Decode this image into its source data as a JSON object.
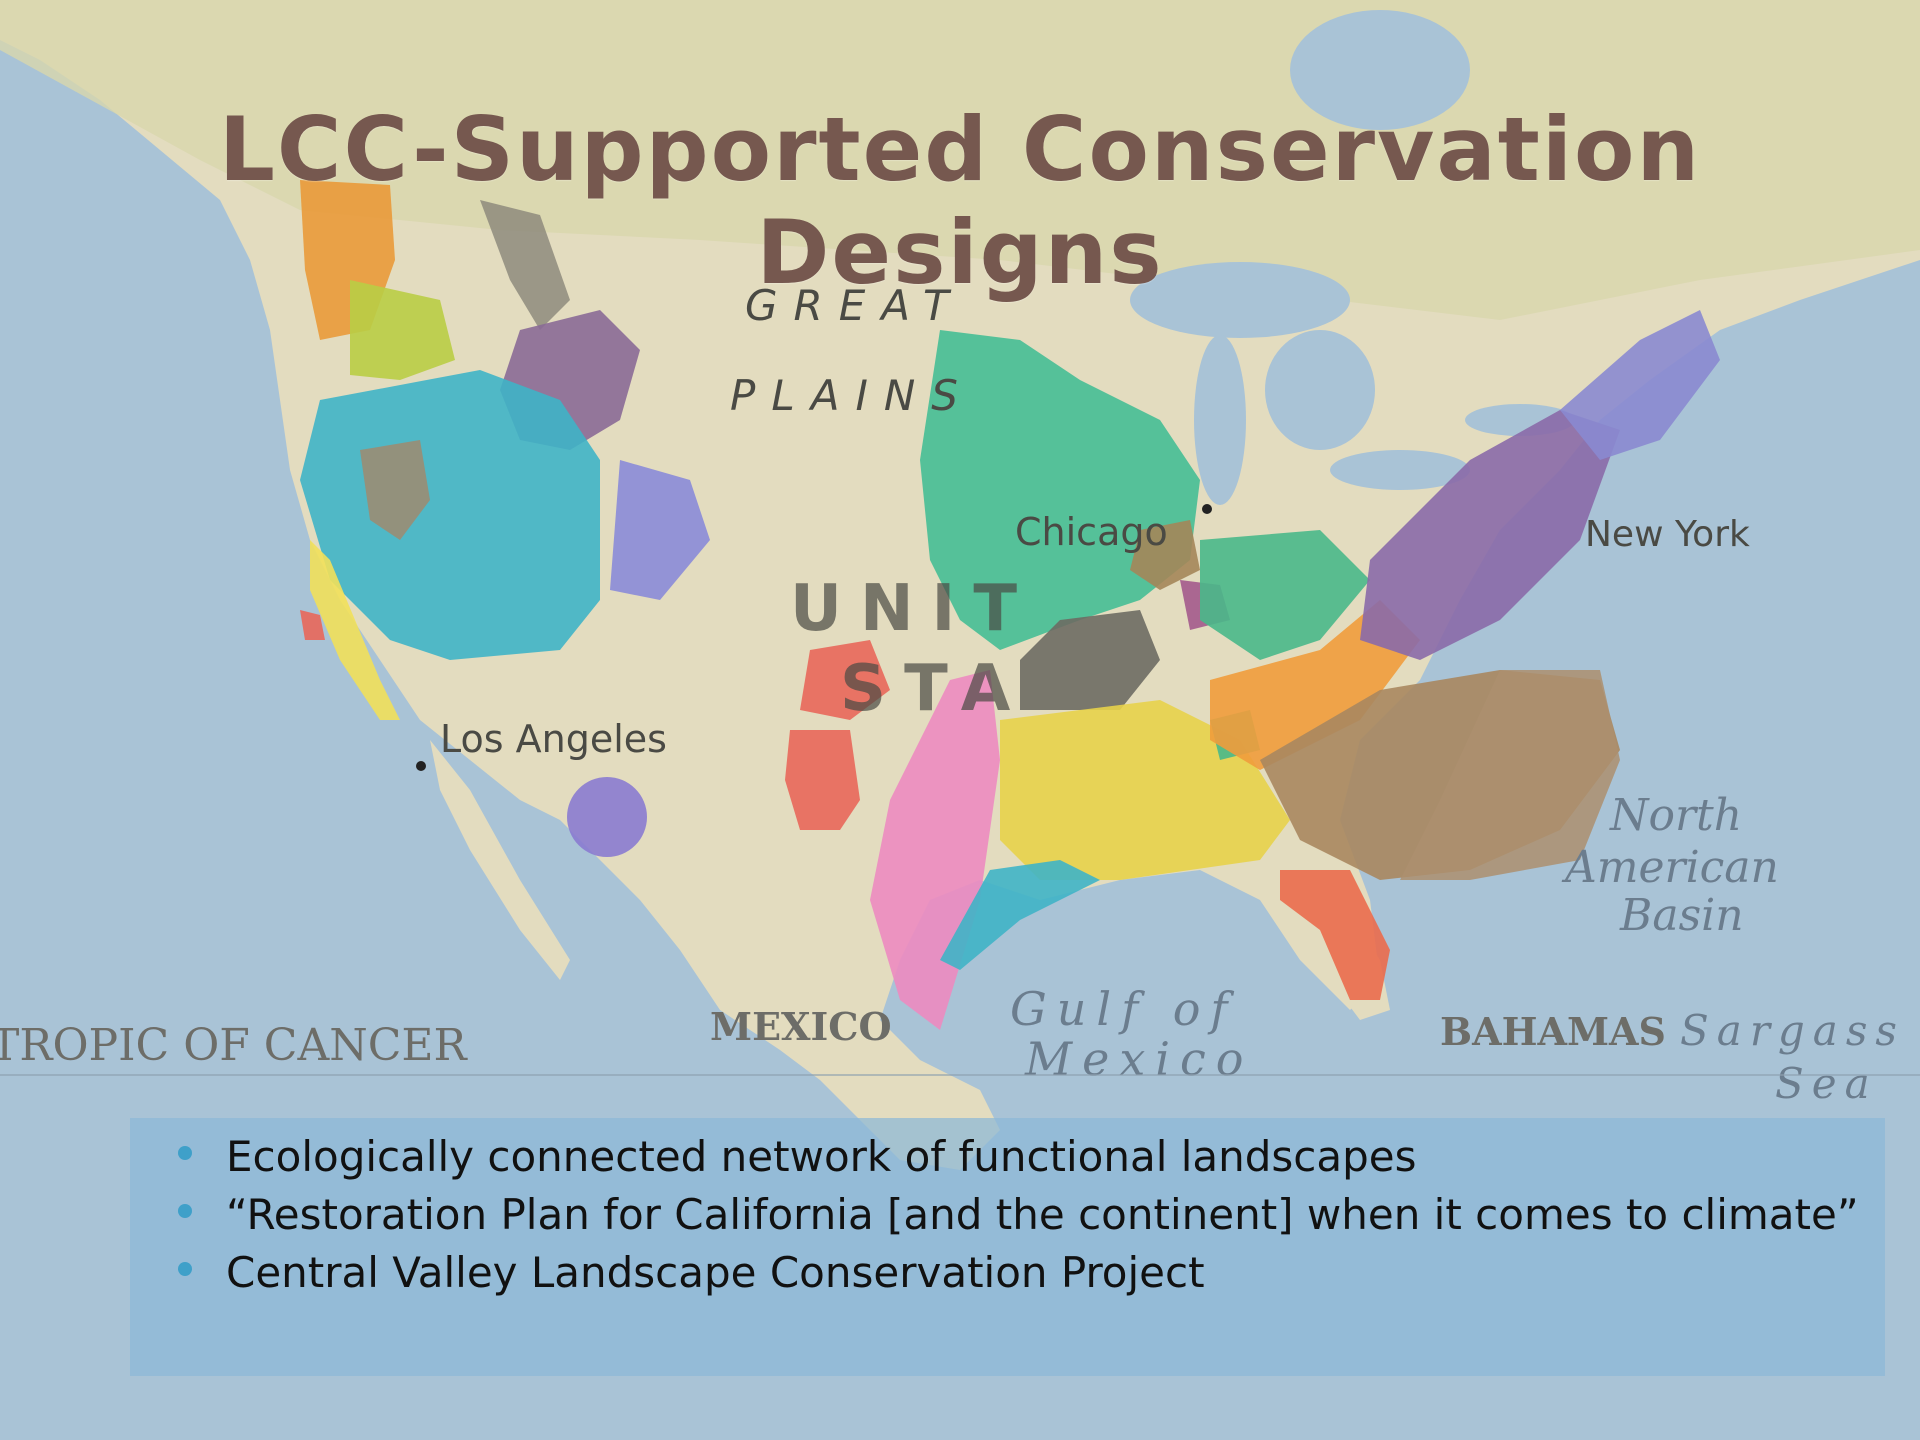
{
  "title": "LCC-Supported Conservation Designs",
  "bullets": [
    "Ecologically connected network of functional landscapes",
    "“Restoration Plan for California [and the continent] when it comes to climate”",
    "Central Valley Landscape Conservation Project"
  ],
  "map_labels": {
    "great": "GREAT",
    "plains": "PLAINS",
    "chicago": "Chicago",
    "new_york": "New York",
    "los_angeles": "Los Angeles",
    "united": "UNIT",
    "states": "STA",
    "mexico": "MEXICO",
    "gulf_line1": "Gulf of",
    "gulf_line2": "Mexico",
    "north_american_basin_1": "North",
    "north_american_basin_2": "American",
    "north_american_basin_3": "Basin",
    "bahamas": "BAHAMAS",
    "sargasso_1": "Sargass",
    "sargasso_2": "Sea",
    "tropic": "TROPIC OF CANCER"
  },
  "colors": {
    "ocean": "#a9c3d6",
    "land": "#e3dcbf",
    "title": "#76584f",
    "bullet": "#3fa0c9",
    "box": "#8cb9d7"
  }
}
